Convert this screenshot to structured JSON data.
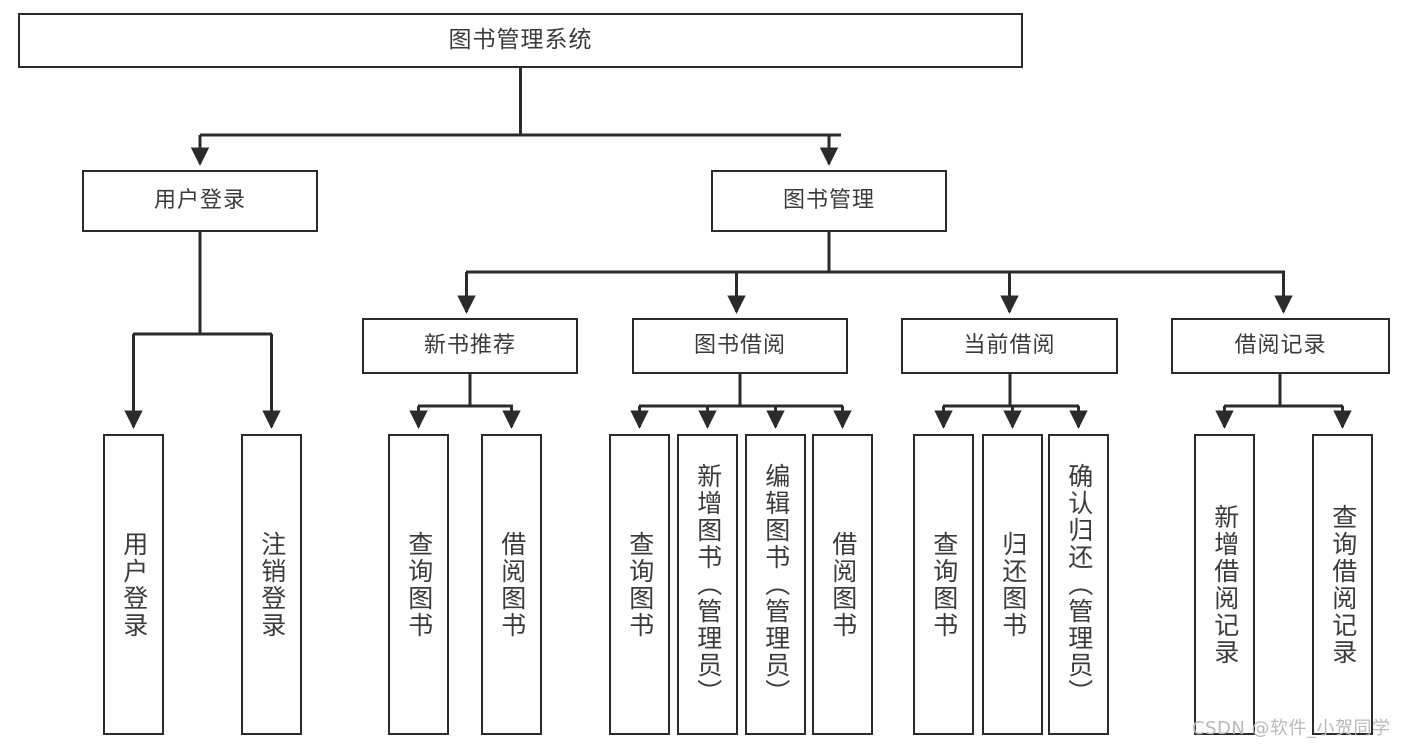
{
  "diagram": {
    "title": "图书管理系统",
    "type": "功能结构图",
    "watermark": "CSDN @软件_小贺同学",
    "colors": {
      "box_border": "#2b2b2b",
      "box_fill": "#ffffff",
      "text": "#3b3b3b",
      "connector": "#2b2b2b",
      "watermark": "#b9b9b9",
      "background": "#ffffff"
    },
    "levels": {
      "root": [
        "图书管理系统"
      ],
      "level2": [
        "用户登录",
        "图书管理"
      ],
      "level3": [
        "新书推荐",
        "图书借阅",
        "当前借阅",
        "借阅记录"
      ],
      "leaves": [
        "用户登录",
        "注销登录",
        "查询图书",
        "借阅图书",
        "查询图书",
        "新增图书（管理员）",
        "编辑图书（管理员）",
        "借阅图书",
        "查询图书",
        "归还图书",
        "确认归还（管理员）",
        "新增借阅记录",
        "查询借阅记录"
      ]
    },
    "nodes": {
      "root": {
        "label": "图书管理系统"
      },
      "user_login": {
        "label": "用户登录"
      },
      "book_manage": {
        "label": "图书管理"
      },
      "new_book_rec": {
        "label": "新书推荐"
      },
      "book_borrow": {
        "label": "图书借阅"
      },
      "current_borrow": {
        "label": "当前借阅"
      },
      "borrow_record": {
        "label": "借阅记录"
      },
      "leaf_user_login": {
        "label": "用户登录"
      },
      "leaf_user_logout": {
        "label": "注销登录"
      },
      "leaf_query_book_1": {
        "label": "查询图书"
      },
      "leaf_borrow_book_1": {
        "label": "借阅图书"
      },
      "leaf_query_book_2": {
        "label": "查询图书"
      },
      "leaf_add_book": {
        "label": "新增图书（管理员）"
      },
      "leaf_edit_book": {
        "label": "编辑图书（管理员）"
      },
      "leaf_borrow_book_2": {
        "label": "借阅图书"
      },
      "leaf_query_book_3": {
        "label": "查询图书"
      },
      "leaf_return_book": {
        "label": "归还图书"
      },
      "leaf_confirm_return": {
        "label": "确认归还（管理员）"
      },
      "leaf_add_record": {
        "label": "新增借阅记录"
      },
      "leaf_query_record": {
        "label": "查询借阅记录"
      }
    },
    "edges": [
      {
        "from": "root",
        "to": "user_login"
      },
      {
        "from": "root",
        "to": "book_manage"
      },
      {
        "from": "user_login",
        "to": "leaf_user_login"
      },
      {
        "from": "user_login",
        "to": "leaf_user_logout"
      },
      {
        "from": "book_manage",
        "to": "new_book_rec"
      },
      {
        "from": "book_manage",
        "to": "book_borrow"
      },
      {
        "from": "book_manage",
        "to": "current_borrow"
      },
      {
        "from": "book_manage",
        "to": "borrow_record"
      },
      {
        "from": "new_book_rec",
        "to": "leaf_query_book_1"
      },
      {
        "from": "new_book_rec",
        "to": "leaf_borrow_book_1"
      },
      {
        "from": "book_borrow",
        "to": "leaf_query_book_2"
      },
      {
        "from": "book_borrow",
        "to": "leaf_add_book"
      },
      {
        "from": "book_borrow",
        "to": "leaf_edit_book"
      },
      {
        "from": "book_borrow",
        "to": "leaf_borrow_book_2"
      },
      {
        "from": "current_borrow",
        "to": "leaf_query_book_3"
      },
      {
        "from": "current_borrow",
        "to": "leaf_return_book"
      },
      {
        "from": "current_borrow",
        "to": "leaf_confirm_return"
      },
      {
        "from": "borrow_record",
        "to": "leaf_add_record"
      },
      {
        "from": "borrow_record",
        "to": "leaf_query_record"
      }
    ]
  }
}
